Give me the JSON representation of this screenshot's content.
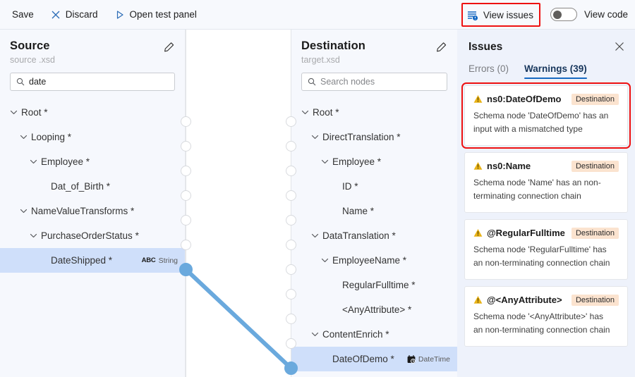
{
  "toolbar": {
    "save_label": "Save",
    "discard_label": "Discard",
    "discard_icon": "close-x-icon",
    "open_test_panel_label": "Open test panel",
    "open_test_panel_icon": "play-triangle-icon",
    "view_issues_label": "View issues",
    "view_issues_icon": "list-alert-icon",
    "view_code_label": "View code",
    "view_code_toggle_state": "off",
    "highlight_color": "#ee1111"
  },
  "source_panel": {
    "title": "Source",
    "subtitle": "source .xsd",
    "edit_icon": "pencil-icon",
    "search": {
      "icon": "search-icon",
      "value": "date",
      "placeholder": ""
    },
    "nodes": [
      {
        "label": "Root *",
        "indent": 0,
        "expandable": true,
        "selected": false
      },
      {
        "label": "Looping *",
        "indent": 1,
        "expandable": true,
        "selected": false
      },
      {
        "label": "Employee *",
        "indent": 2,
        "expandable": true,
        "selected": false
      },
      {
        "label": "Dat_of_Birth *",
        "indent": 3,
        "expandable": false,
        "selected": false
      },
      {
        "label": "NameValueTransforms *",
        "indent": 1,
        "expandable": true,
        "selected": false
      },
      {
        "label": "PurchaseOrderStatus *",
        "indent": 2,
        "expandable": true,
        "selected": false
      },
      {
        "label": "DateShipped *",
        "indent": 3,
        "expandable": false,
        "selected": true,
        "type_label": "String",
        "type_icon": "abc-string-icon"
      }
    ]
  },
  "destination_panel": {
    "title": "Destination",
    "subtitle": "target.xsd",
    "edit_icon": "pencil-icon",
    "search": {
      "icon": "search-icon",
      "value": "",
      "placeholder": "Search nodes"
    },
    "nodes": [
      {
        "label": "Root *",
        "indent": 0,
        "expandable": true,
        "selected": false
      },
      {
        "label": "DirectTranslation *",
        "indent": 1,
        "expandable": true,
        "selected": false
      },
      {
        "label": "Employee *",
        "indent": 2,
        "expandable": true,
        "selected": false
      },
      {
        "label": "ID *",
        "indent": 3,
        "expandable": false,
        "selected": false
      },
      {
        "label": "Name *",
        "indent": 3,
        "expandable": false,
        "selected": false
      },
      {
        "label": "DataTranslation *",
        "indent": 1,
        "expandable": true,
        "selected": false
      },
      {
        "label": "EmployeeName *",
        "indent": 2,
        "expandable": true,
        "selected": false
      },
      {
        "label": "RegularFulltime *",
        "indent": 3,
        "expandable": false,
        "selected": false
      },
      {
        "label": "<AnyAttribute> *",
        "indent": 3,
        "expandable": false,
        "selected": false
      },
      {
        "label": "ContentEnrich *",
        "indent": 1,
        "expandable": true,
        "selected": false
      },
      {
        "label": "DateOfDemo *",
        "indent": 2,
        "expandable": false,
        "selected": true,
        "type_label": "DateTime",
        "type_icon": "calendar-clock-icon"
      }
    ]
  },
  "connection": {
    "from_node": "DateShipped *",
    "to_node": "DateOfDemo *",
    "color": "#6aa9dd"
  },
  "issues_panel": {
    "title": "Issues",
    "close_icon": "close-icon",
    "tabs": [
      {
        "label": "Errors (0)",
        "active": false
      },
      {
        "label": "Warnings (39)",
        "active": true
      }
    ],
    "cards": [
      {
        "icon": "warning-triangle-icon",
        "title": "ns0:DateOfDemo",
        "pill": "Destination",
        "description": "Schema node 'DateOfDemo' has an input with a mismatched type",
        "highlighted": true
      },
      {
        "icon": "warning-triangle-icon",
        "title": "ns0:Name",
        "pill": "Destination",
        "description": "Schema node 'Name' has an non-terminating connection chain",
        "highlighted": false
      },
      {
        "icon": "warning-triangle-icon",
        "title": "@RegularFulltime",
        "pill": "Destination",
        "description": "Schema node 'RegularFulltime' has an non-terminating connection chain",
        "highlighted": false
      },
      {
        "icon": "warning-triangle-icon",
        "title": "@<AnyAttribute>",
        "pill": "Destination",
        "description": "Schema node '<AnyAttribute>' has an non-terminating connection chain",
        "highlighted": false
      }
    ]
  }
}
